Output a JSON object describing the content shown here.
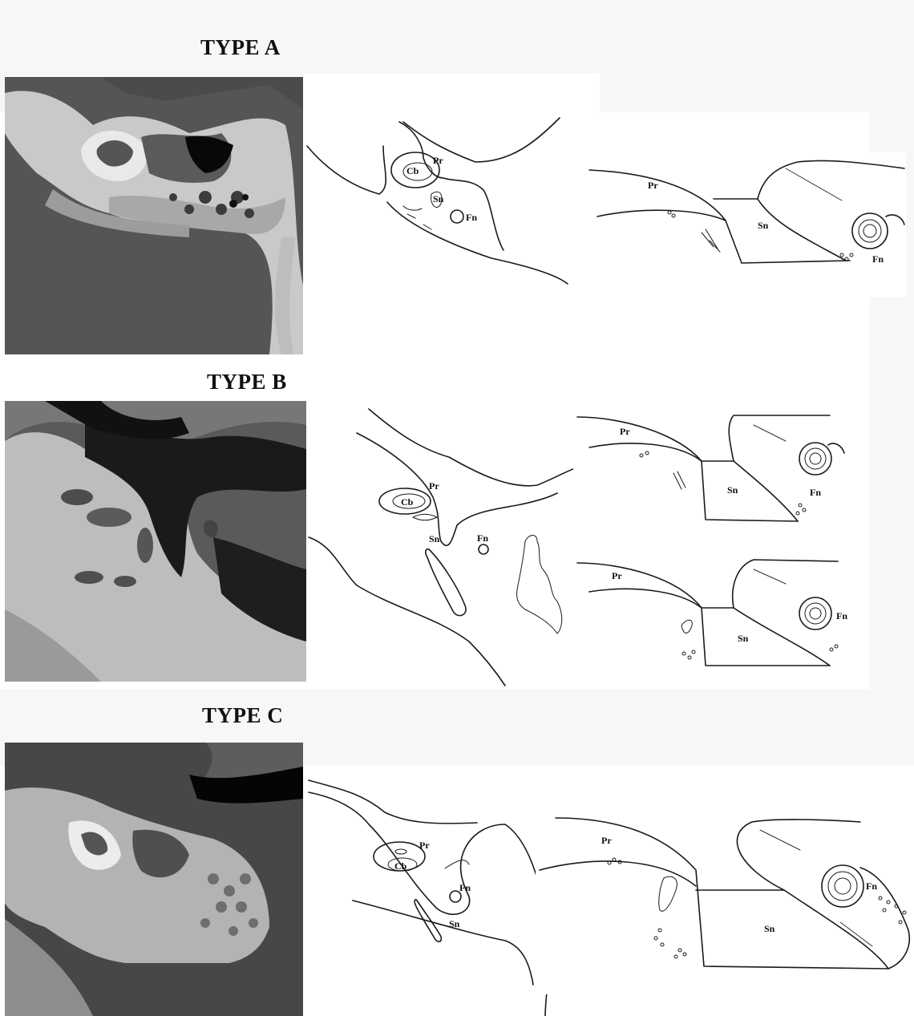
{
  "panels": [
    {
      "title": "TYPE A",
      "labels": {
        "cb": "Cb",
        "pr": "Pr",
        "sn": "Sn",
        "fn": "Fn"
      },
      "detail_labels": {
        "pr": "Pr",
        "sn": "Sn",
        "fn": "Fn"
      }
    },
    {
      "title": "TYPE B",
      "labels": {
        "cb": "Cb",
        "pr": "Pr",
        "sn": "Sn",
        "fn": "Fn"
      },
      "detail_labels": {
        "pr": "Pr",
        "sn": "Sn",
        "fn": "Fn"
      },
      "detail2_labels": {
        "pr": "Pr",
        "sn": "Sn",
        "fn": "Fn"
      }
    },
    {
      "title": "TYPE C",
      "labels": {
        "cb": "Cb",
        "pr": "Pr",
        "sn": "Sn",
        "fn": "Fn"
      },
      "detail_labels": {
        "pr": "Pr",
        "sn": "Sn",
        "fn": "Fn"
      }
    }
  ]
}
